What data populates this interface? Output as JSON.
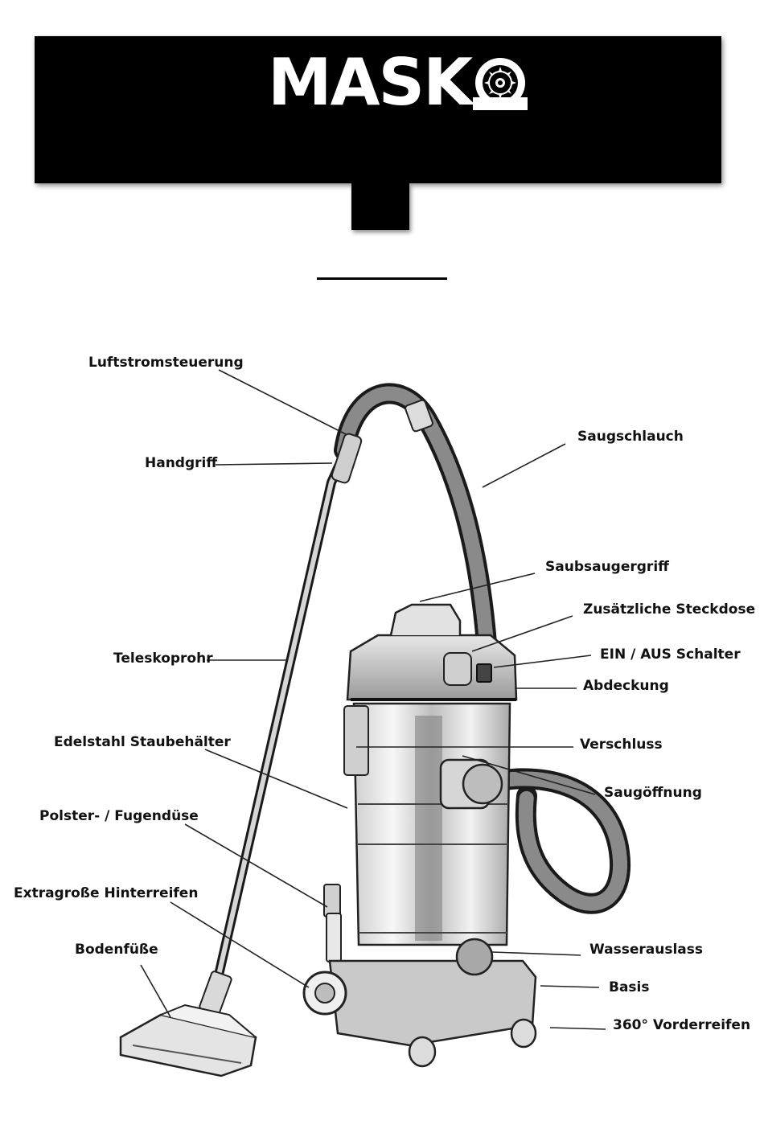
{
  "brand": {
    "name": "MASK",
    "logo_icon": "saw-blade-icon"
  },
  "labels": {
    "air_control": "Luftstromsteuerung",
    "handle": "Handgriff",
    "hose": "Saugschlauch",
    "carry_handle": "Saubsaugergriff",
    "extra_socket": "Zusätzliche Steckdose",
    "switch": "EIN / AUS Schalter",
    "cover": "Abdeckung",
    "telescope": "Teleskoprohr",
    "tank": "Edelstahl Staubehälter",
    "latch": "Verschluss",
    "inlet": "Saugöffnung",
    "crevice": "Polster- / Fugendüse",
    "rear_wheels": "Extragroße Hinterreifen",
    "floor_nozzle": "Bodenfüße",
    "drain": "Wasserauslass",
    "base": "Basis",
    "front_wheels": "360° Vorderreifen"
  },
  "colors": {
    "banner": "#000000",
    "logo": "#ffffff",
    "line": "#222222"
  }
}
